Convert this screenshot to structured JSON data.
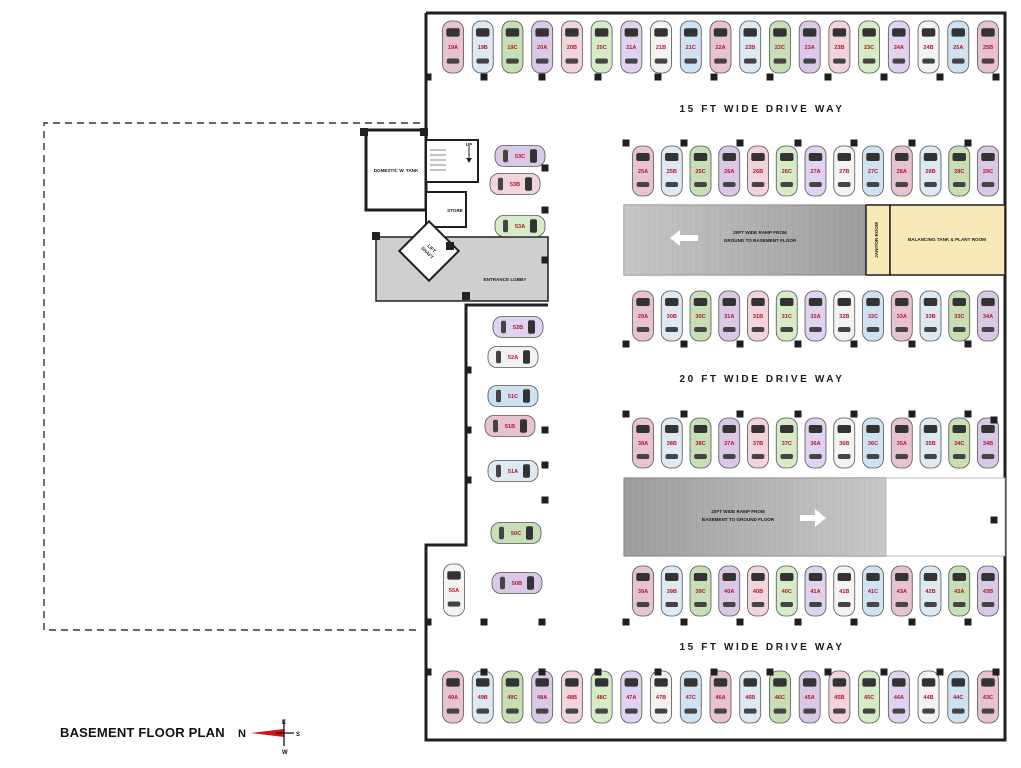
{
  "title": "BASEMENT FLOOR PLAN",
  "compass": {
    "north": "N",
    "south": "S",
    "east": "E",
    "west": "W"
  },
  "driveways": {
    "top": "15 FT WIDE DRIVE WAY",
    "middle": "20 FT WIDE DRIVE WAY",
    "bottom": "15 FT WIDE DRIVE WAY"
  },
  "ramps": {
    "up": [
      "20FT WIDE RAMP FROM",
      "GROUND TO BASEMENT FLOOR"
    ],
    "down": [
      "20FT WIDE RAMP FROM",
      "BASEMENT TO GROUND FLOOR"
    ]
  },
  "rooms": {
    "domestic_tank": "DOMESTIC W. TANK",
    "store": "STORE",
    "lift": [
      "LIFT",
      "SHAFT"
    ],
    "entrance_lobby": "ENTRANCE LOBBY",
    "janitor_room": "JANITOR ROOM",
    "balancing_tank": "BALANCING TANK & PLANT ROOM",
    "up": "UP"
  },
  "colors": {
    "wall": "#1f1f1f",
    "ramp": "#b5b5b5",
    "plant_room": "#f7eab8",
    "bay_label": "#b4142a"
  },
  "parking": {
    "row_top": [
      "19A",
      "19B",
      "19C",
      "20A",
      "20B",
      "20C",
      "21A",
      "21B",
      "21C",
      "22A",
      "22B",
      "22C",
      "23A",
      "23B",
      "23C",
      "24A",
      "24B",
      "25A",
      "25B"
    ],
    "row_2": [
      "25A",
      "25B",
      "25C",
      "26A",
      "26B",
      "26C",
      "27A",
      "27B",
      "27C",
      "28A",
      "28B",
      "28C",
      "29C"
    ],
    "row_3": [
      "29A",
      "30B",
      "30C",
      "31A",
      "31B",
      "31C",
      "32A",
      "32B",
      "32C",
      "33A",
      "33B",
      "33C",
      "34A"
    ],
    "row_4": [
      "38A",
      "38B",
      "38C",
      "37A",
      "37B",
      "37C",
      "36A",
      "36B",
      "36C",
      "35A",
      "35B",
      "34C",
      "34B"
    ],
    "row_5": [
      "39A",
      "39B",
      "39C",
      "40A",
      "40B",
      "40C",
      "41A",
      "41B",
      "41C",
      "43A",
      "42B",
      "43A",
      "43B"
    ],
    "row_bottom": [
      "49A",
      "49B",
      "49C",
      "48A",
      "48B",
      "48C",
      "47A",
      "47B",
      "47C",
      "46A",
      "46B",
      "46C",
      "45A",
      "45B",
      "45C",
      "44A",
      "44B",
      "44C",
      "43C"
    ],
    "column_left": [
      "53C",
      "53B",
      "53A",
      "52B",
      "52A",
      "51C",
      "51B",
      "51A",
      "50C",
      "50B"
    ],
    "single": "55A"
  }
}
